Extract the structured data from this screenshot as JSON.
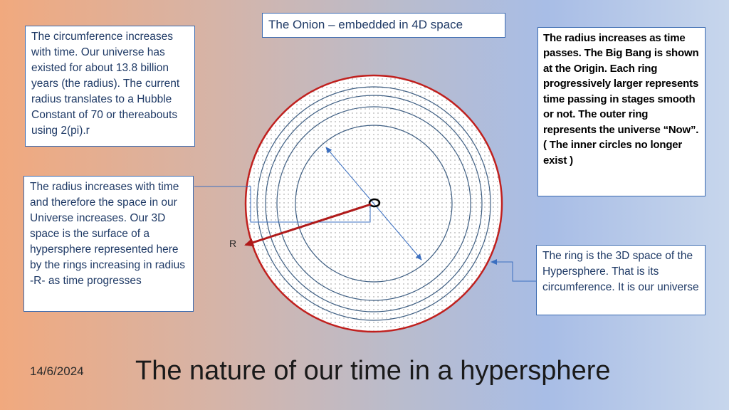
{
  "title_box": "The Onion – embedded in 4D space",
  "left_top_text": "The circumference increases with time. Our universe has existed for about 13.8 billion years (the radius).  The current radius translates to a Hubble Constant of 70 or thereabouts using 2(pi).r",
  "left_mid_text": "The radius increases with time and therefore the space in our Universe increases. Our 3D space is the surface of a hypersphere represented here by the rings increasing in radius  -R- as time progresses",
  "right_top_text": "The radius increases as time passes. The Big Bang is shown at the Origin.  Each ring progressively larger represents time passing in stages smooth or not.  The outer ring represents the universe “Now”. ( The inner circles no longer exist )",
  "right_bottom_text": "The ring is the 3D space of the Hypersphere.  That is its circumference. It is our universe",
  "radius_label": "R",
  "date": "14/6/2024",
  "slide_title": "The nature of our time in a hypersphere",
  "colors": {
    "outer_ring": "#c0201e",
    "inner_rings": "#3f5f83",
    "arrows": "#3b6fc0",
    "radius_arrow": "#b01a1a"
  }
}
